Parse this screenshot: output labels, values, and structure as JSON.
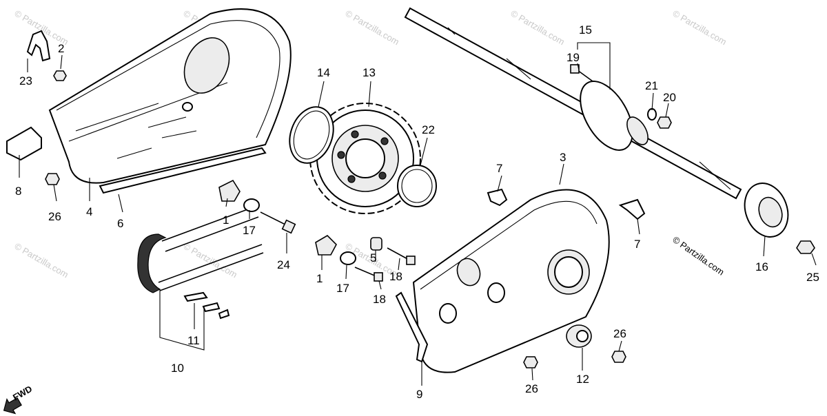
{
  "watermark_text": "© Partzilla.com",
  "copyright_text": "© Partzilla.com",
  "fwd_label": "FWD",
  "callouts": [
    "1",
    "1",
    "2",
    "3",
    "4",
    "5",
    "6",
    "7",
    "7",
    "8",
    "9",
    "10",
    "11",
    "12",
    "13",
    "14",
    "15",
    "16",
    "17",
    "17",
    "18",
    "18",
    "19",
    "20",
    "21",
    "22",
    "23",
    "24",
    "25",
    "26",
    "26",
    "26"
  ]
}
